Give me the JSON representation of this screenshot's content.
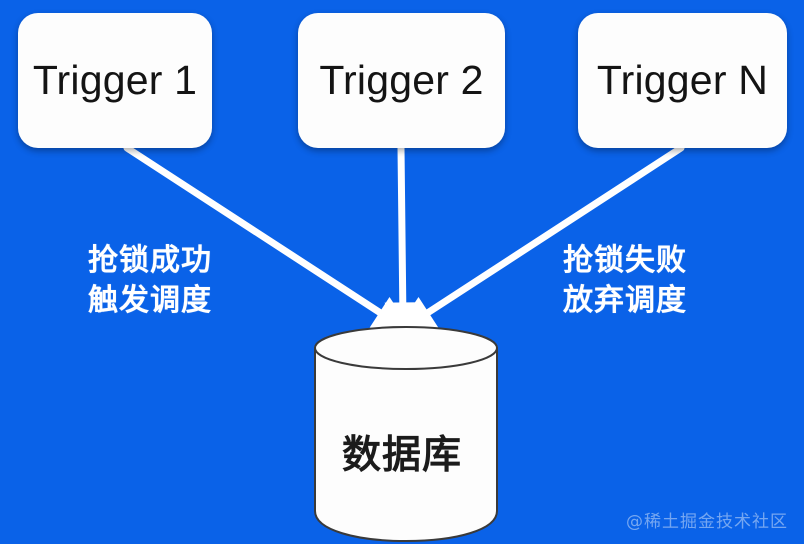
{
  "diagram": {
    "background_color": "#0a62e8",
    "node_fill_color": "#fdfdfd",
    "edge_color": "#ffffff",
    "triggers": [
      {
        "label": "Trigger 1"
      },
      {
        "label": "Trigger 2"
      },
      {
        "label": "Trigger N"
      }
    ],
    "edge_labels": {
      "left": {
        "line1": "抢锁成功",
        "line2": "触发调度"
      },
      "right": {
        "line1": "抢锁失败",
        "line2": "放弃调度"
      }
    },
    "database": {
      "label": "数据库"
    },
    "watermark": "@稀土掘金技术社区"
  }
}
